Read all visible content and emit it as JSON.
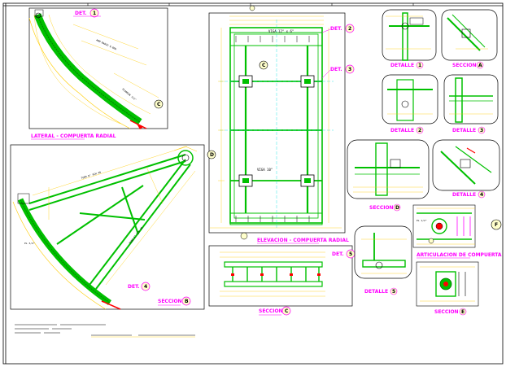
{
  "colors": {
    "frame": "#000000",
    "steel": "#00c000",
    "steel_dark": "#007a00",
    "dim": "#ffcc00",
    "axis": "#00e0e0",
    "callout": "#ff00ff",
    "cut": "#0000ff",
    "red": "#ff0000"
  },
  "labels": {
    "det1": "DET.",
    "det1_num": "1",
    "lateral_title": "LATERAL - COMPUERTA RADIAL",
    "det2": "DET.",
    "det2_num": "2",
    "det3": "DET.",
    "det3_num": "3",
    "det4": "DET.",
    "det4_num": "4",
    "det5": "DET.",
    "det5_num": "5",
    "seccion_b": "SECCION",
    "seccion_b_num": "B",
    "elevacion_title": "ELEVACION - COMPUERTA RADIAL",
    "seccion_c": "SECCION",
    "seccion_c_num": "C",
    "detalle_1": "DETALLE",
    "detalle_1_num": "1",
    "seccion_a": "SECCION",
    "seccion_a_num": "A",
    "detalle_2": "DETALLE",
    "detalle_2_num": "2",
    "detalle_3": "DETALLE",
    "detalle_3_num": "3",
    "seccion_d": "SECCION",
    "seccion_d_num": "D",
    "detalle_4": "DETALLE",
    "detalle_4_num": "4",
    "articulacion": "ARTICULACION DE COMPUERTA",
    "detalle_5": "DETALLE",
    "detalle_5_num": "5",
    "seccion_e": "SECCION",
    "seccion_e_num": "E",
    "marker_a": "A",
    "marker_b": "B",
    "marker_c": "C",
    "marker_d": "D",
    "marker_e": "E",
    "marker_f": "F",
    "pl_2": "PL 3/4\"",
    "pl_1": "PL 1/2\""
  }
}
